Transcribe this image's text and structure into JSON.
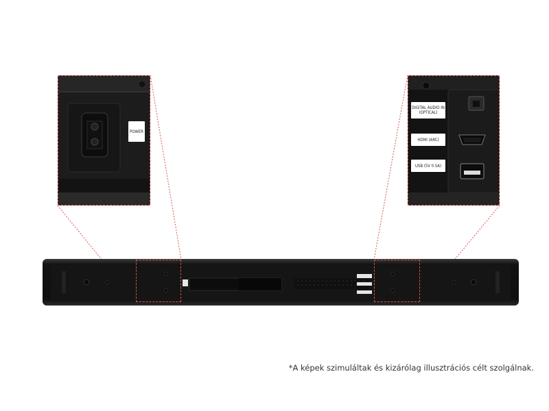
{
  "disclaimer": "*A képek szimuláltak és kizárólag illusztrációs célt szolgálnak.",
  "labels": {
    "power": "POWER",
    "optical": "DIGITAL AUDIO IN (OPTICAL)",
    "hdmi": "HDMI (ARC)",
    "usb": "USB (5V 0.5A)"
  },
  "colors": {
    "callout_line": "#d9534f",
    "device_body": "#141414",
    "background": "#ffffff"
  }
}
